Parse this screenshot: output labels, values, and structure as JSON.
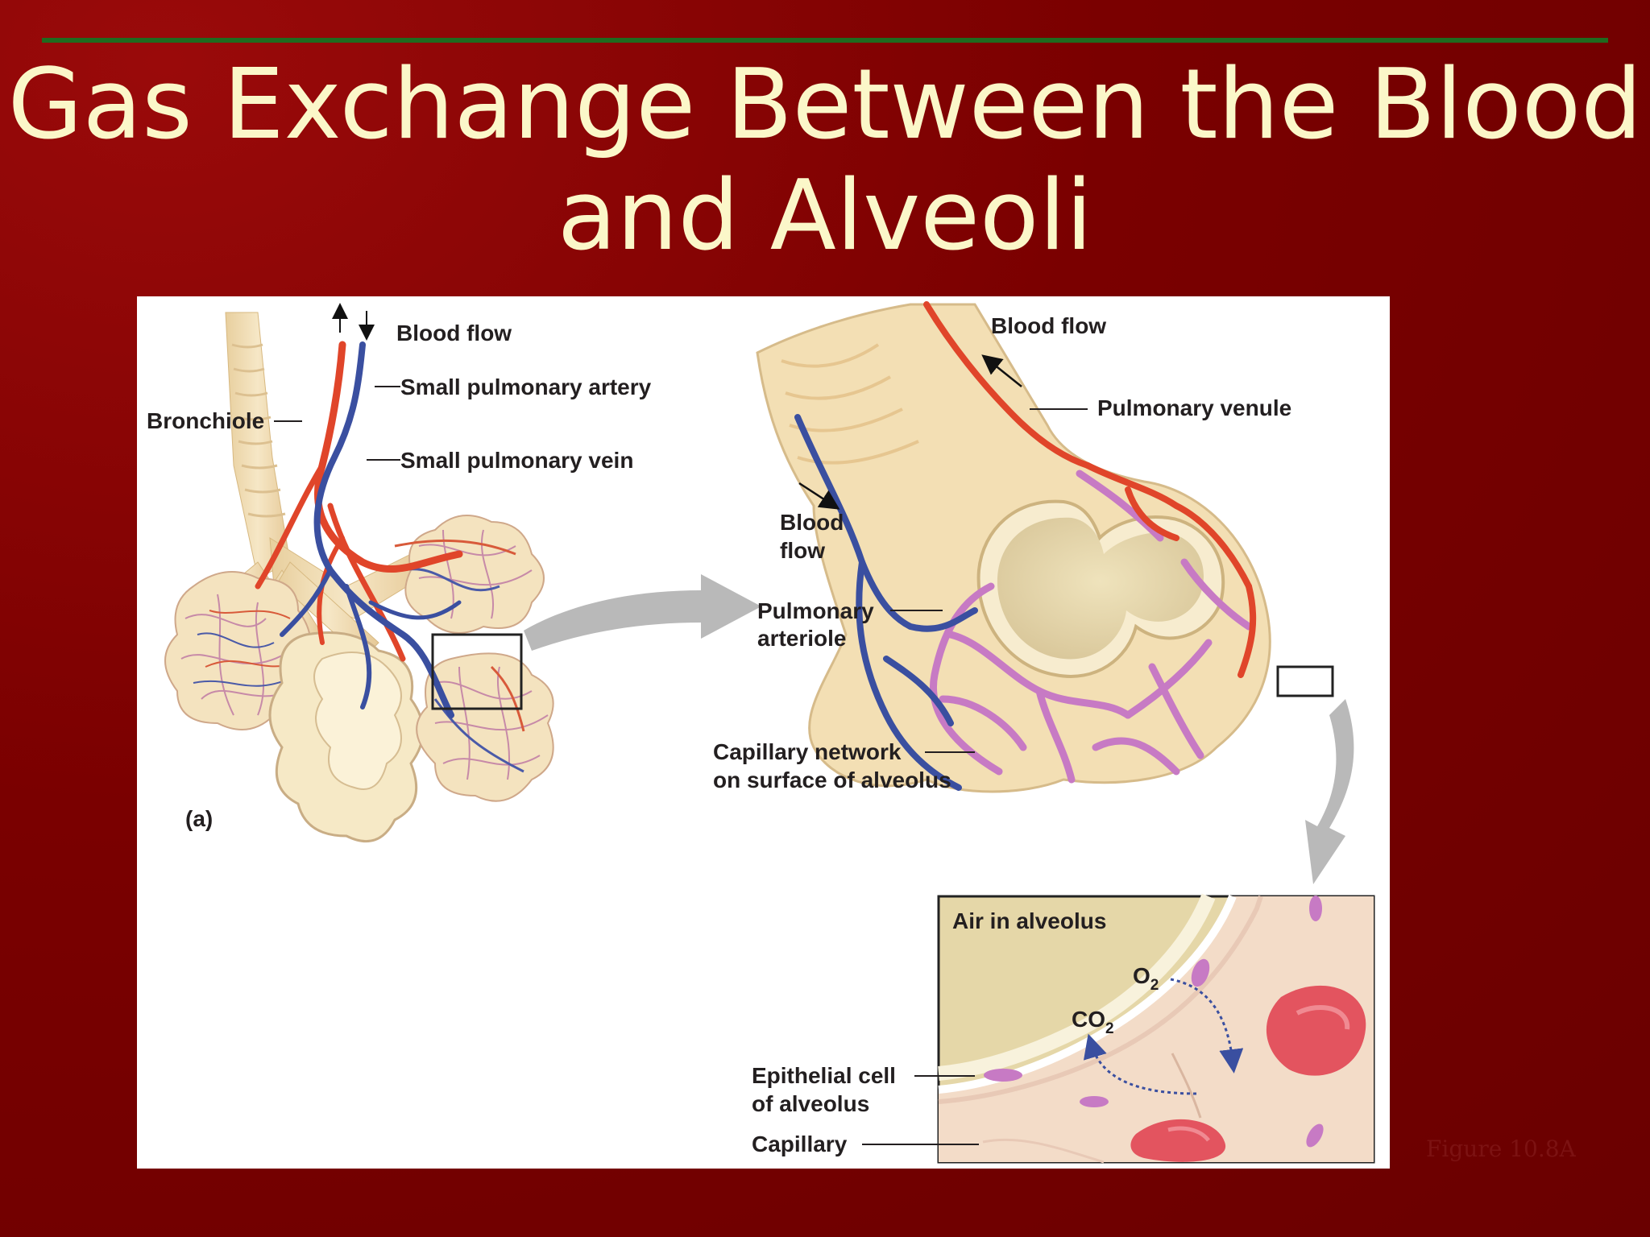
{
  "slide": {
    "title_line1": "Gas Exchange Between the Blood",
    "title_line2": "and Alveoli",
    "caption": "Figure 10.8A"
  },
  "figure": {
    "panel_label": "(a)",
    "labels": {
      "blood_flow_top_left": "Blood flow",
      "small_pulmonary_artery": "Small pulmonary artery",
      "small_pulmonary_vein": "Small pulmonary vein",
      "bronchiole": "Bronchiole",
      "blood_flow_top_right": "Blood flow",
      "pulmonary_venule": "Pulmonary venule",
      "blood_flow_mid_line1": "Blood",
      "blood_flow_mid_line2": "flow",
      "pulmonary_arteriole_line1": "Pulmonary",
      "pulmonary_arteriole_line2": "arteriole",
      "capillary_network_line1": "Capillary network",
      "capillary_network_line2": "on surface of alveolus",
      "air_in_alveolus": "Air in alveolus",
      "o2_base": "O",
      "o2_sub": "2",
      "co2_base": "CO",
      "co2_sub": "2",
      "epithelial_line1": "Epithelial cell",
      "epithelial_line2": "of alveolus",
      "capillary": "Capillary"
    },
    "colors": {
      "artery": "#e0452a",
      "vein": "#3a4fa0",
      "capillary": "#c77ac4",
      "tissue": "#f3dfb4",
      "alveolus_interior": "#e9dcb2",
      "rbc": "#e3545f"
    }
  }
}
